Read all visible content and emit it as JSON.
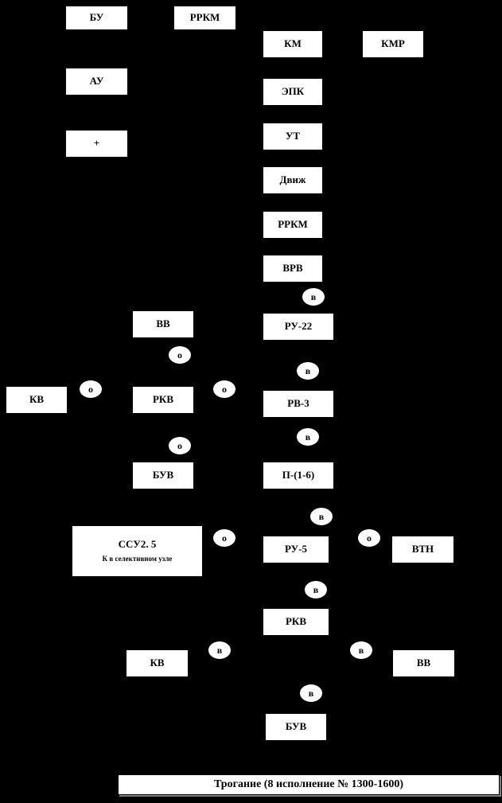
{
  "caption": "Трогание (8 исполнение № 1300-1600)",
  "boxes": {
    "bu": "БУ",
    "rrkm_top": "РРКМ",
    "km": "КМ",
    "kmr": "КМР",
    "au": "АУ",
    "epk": "ЭПК",
    "plus": "+",
    "ut": "УТ",
    "dvizh": "Движ",
    "rrkm_mid": "РРКМ",
    "vrv": "ВРВ",
    "vv_left": "ВВ",
    "ru22": "РУ-22",
    "kv_left": "КВ",
    "rkv_left": "РКВ",
    "rv3": "РВ-3",
    "buv_left": "БУВ",
    "p16": "П-(1-6)",
    "ssu_title": "ССУ2. 5",
    "ssu_sub": "К в селективном узле",
    "ru5": "РУ-5",
    "vtn": "ВТН",
    "rkv_bottom": "РКВ",
    "kv_bottom": "КВ",
    "vv_right": "ВВ",
    "buv_bottom": "БУВ"
  },
  "contacts": {
    "c1": "в",
    "c2": "о",
    "c3": "в",
    "c4": "о",
    "c5": "о",
    "c6": "о",
    "c7": "в",
    "c8": "в",
    "c9": "о",
    "c10": "о",
    "c11": "в",
    "c12": "в",
    "c13": "в",
    "c14": "в"
  }
}
